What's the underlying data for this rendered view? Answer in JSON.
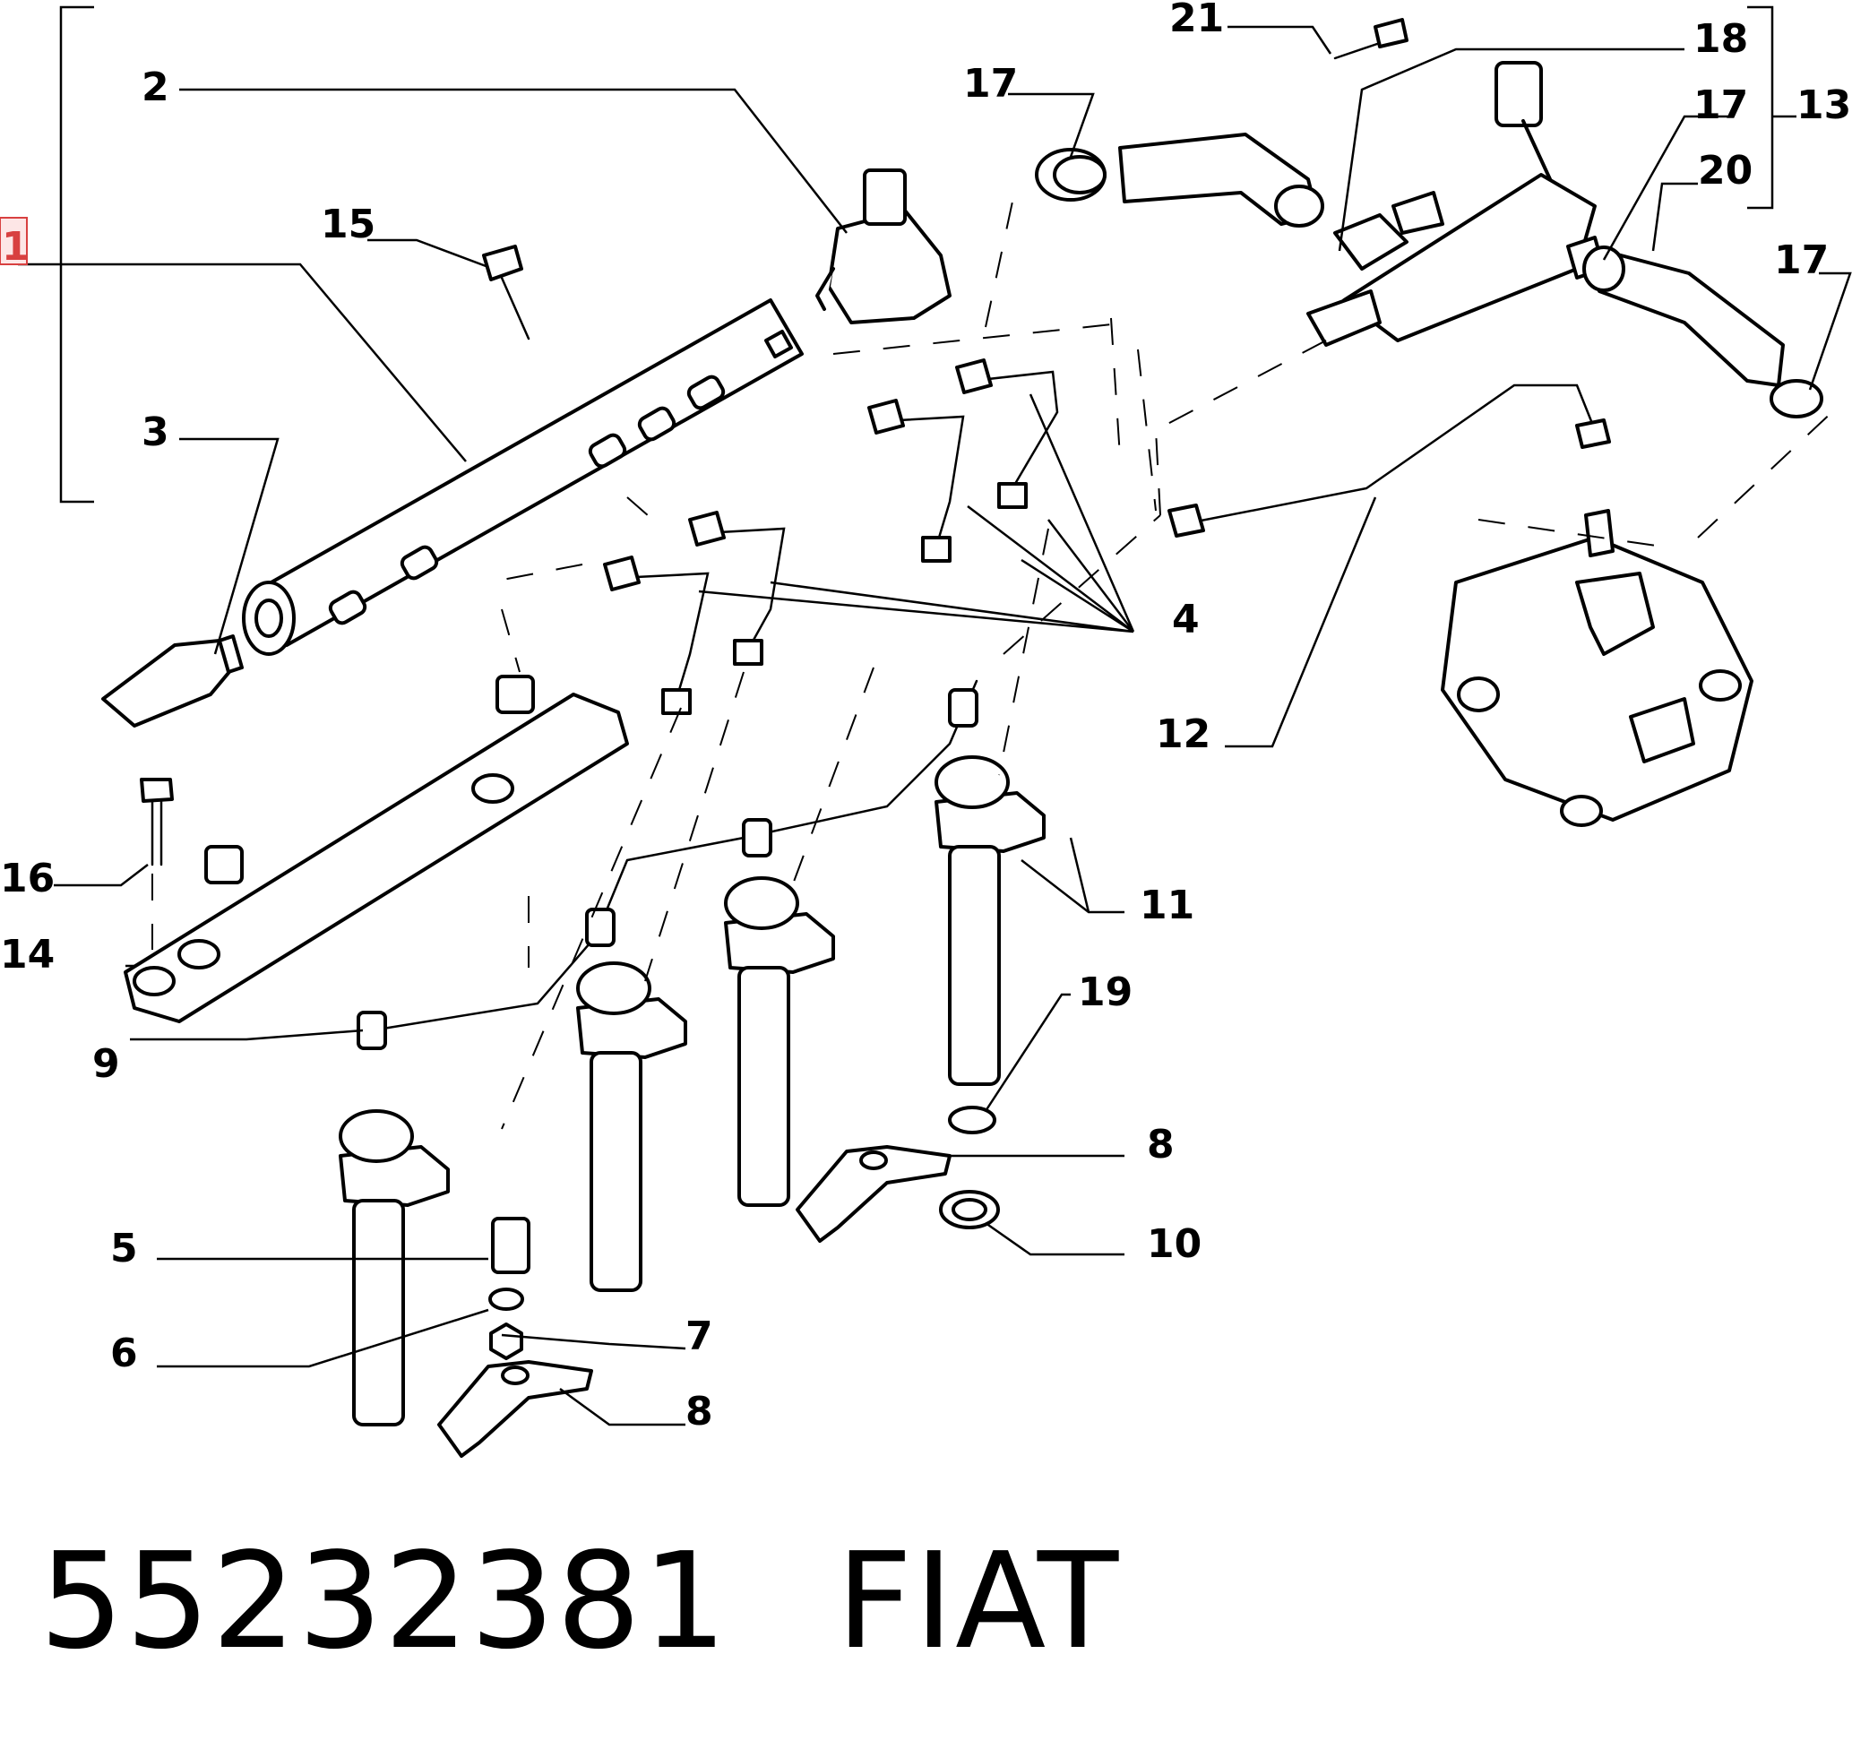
{
  "diagram": {
    "callouts": {
      "c1": "1",
      "c2": "2",
      "c3": "3",
      "c4": "4",
      "c5": "5",
      "c6": "6",
      "c7": "7",
      "c8a": "8",
      "c8b": "8",
      "c9": "9",
      "c10": "10",
      "c11": "11",
      "c12": "12",
      "c13": "13",
      "c14": "14",
      "c15": "15",
      "c16": "16",
      "c17a": "17",
      "c17b": "17",
      "c17c": "17",
      "c18": "18",
      "c19": "19",
      "c20": "20",
      "c21": "21"
    },
    "highlighted_callout": "1",
    "highlight_color": "#d84040"
  },
  "footer": {
    "part_number": "55232381",
    "brand": "FIAT"
  }
}
